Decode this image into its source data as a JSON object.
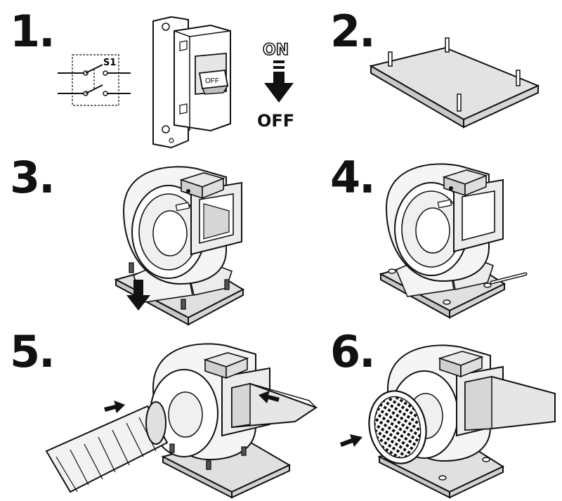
{
  "steps": [
    {
      "number": "1."
    },
    {
      "number": "2."
    },
    {
      "number": "3."
    },
    {
      "number": "4."
    },
    {
      "number": "5."
    },
    {
      "number": "6."
    }
  ],
  "switch_diagram": {
    "label": "S1"
  },
  "breaker": {
    "handle_label": "OFF",
    "state_on": "ON",
    "state_off": "OFF"
  },
  "icons": [
    "switch-schematic-icon",
    "circuit-breaker-icon",
    "arrow-down-icon",
    "mounting-plate-icon",
    "blower-fan-icon",
    "flexible-duct-icon",
    "rectangular-duct-icon",
    "protective-grille-icon",
    "arrow-right-icon"
  ],
  "colors": {
    "line": "#111111",
    "plate": "#d9d9d9",
    "housing": "#f2f2f2",
    "shade": "#bfbfbf"
  }
}
